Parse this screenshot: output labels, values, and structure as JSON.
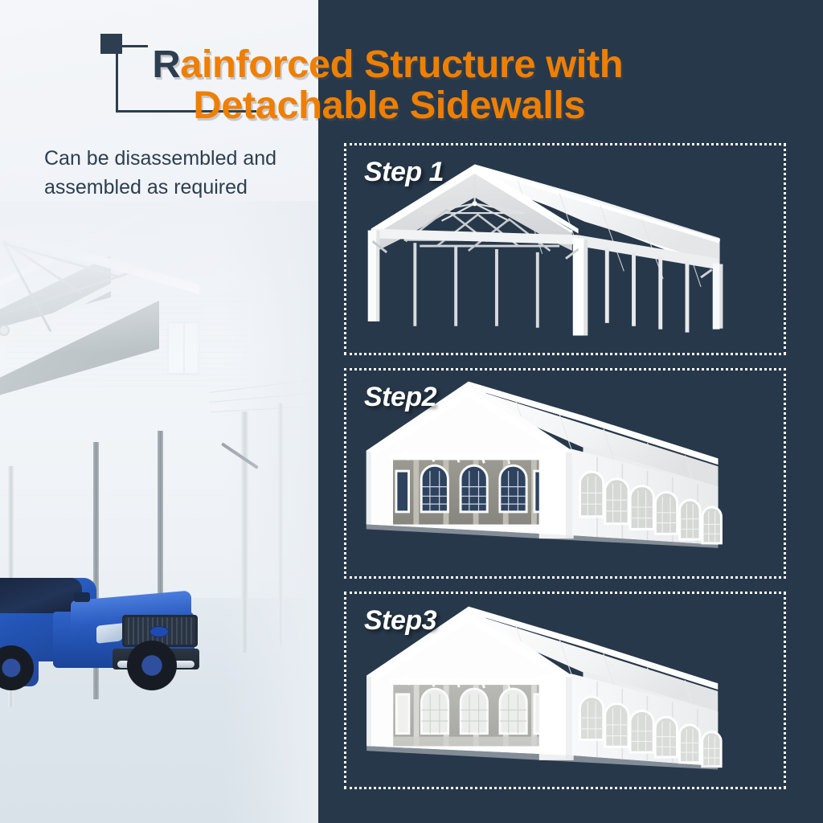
{
  "header": {
    "title_line1_lead": "R",
    "title_line1": "ainforced Structure with",
    "title_line2": "Detachable Sidewalls",
    "title_full": "Rainforced Structure with Detachable Sidewalls"
  },
  "left": {
    "caption_line1": "Can be disassembled and",
    "caption_line2": "assembled as required",
    "photo_alt": "white carport canopy over a blue pickup truck in front of a house"
  },
  "steps": [
    {
      "id": "step1",
      "label": "Step 1",
      "illustration": "tent-frame-roof-only",
      "description": "Bare steel frame with roof canopy, no sidewalls"
    },
    {
      "id": "step2",
      "label": "Step2",
      "illustration": "tent-with-sidewalls-open-front",
      "description": "Sidewalls with arched lattice windows attached, front open"
    },
    {
      "id": "step3",
      "label": "Step3",
      "illustration": "tent-fully-enclosed",
      "description": "Fully enclosed tent with all detachable sidewalls installed"
    }
  ],
  "colors": {
    "accent_orange": "#ef7f00",
    "dark_navy": "#27384a",
    "title_dark": "#2c3e50",
    "panel_border": "#ffffff",
    "left_bg": "#eef1f6",
    "tent_white": "#f6f7f8",
    "truck_blue": "#2456b8"
  }
}
